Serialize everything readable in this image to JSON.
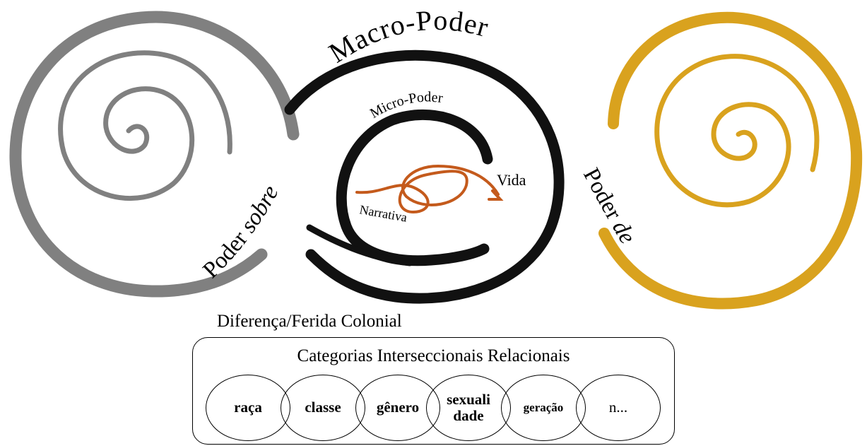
{
  "spirals": {
    "left": {
      "label_main": "Poder ",
      "label_italic": "sobre",
      "color": "#808080"
    },
    "center": {
      "macro_label": "Macro-Poder",
      "micro_label": "Micro-Poder",
      "color": "#111111",
      "loop": {
        "label_start": "Narrativa",
        "label_end": "Vida",
        "color": "#c45a1c"
      }
    },
    "right": {
      "label_main": "Poder ",
      "label_italic": "de",
      "color": "#d9a21e"
    }
  },
  "caption": "Diferença/Ferida Colonial",
  "categories_box": {
    "title": "Categorias Interseccionais Relacionais",
    "items": [
      {
        "label": "raça"
      },
      {
        "label": "classe"
      },
      {
        "label": "gênero"
      },
      {
        "label": "sexuali\ndade"
      },
      {
        "label": "geração"
      },
      {
        "label": "n..."
      }
    ]
  }
}
